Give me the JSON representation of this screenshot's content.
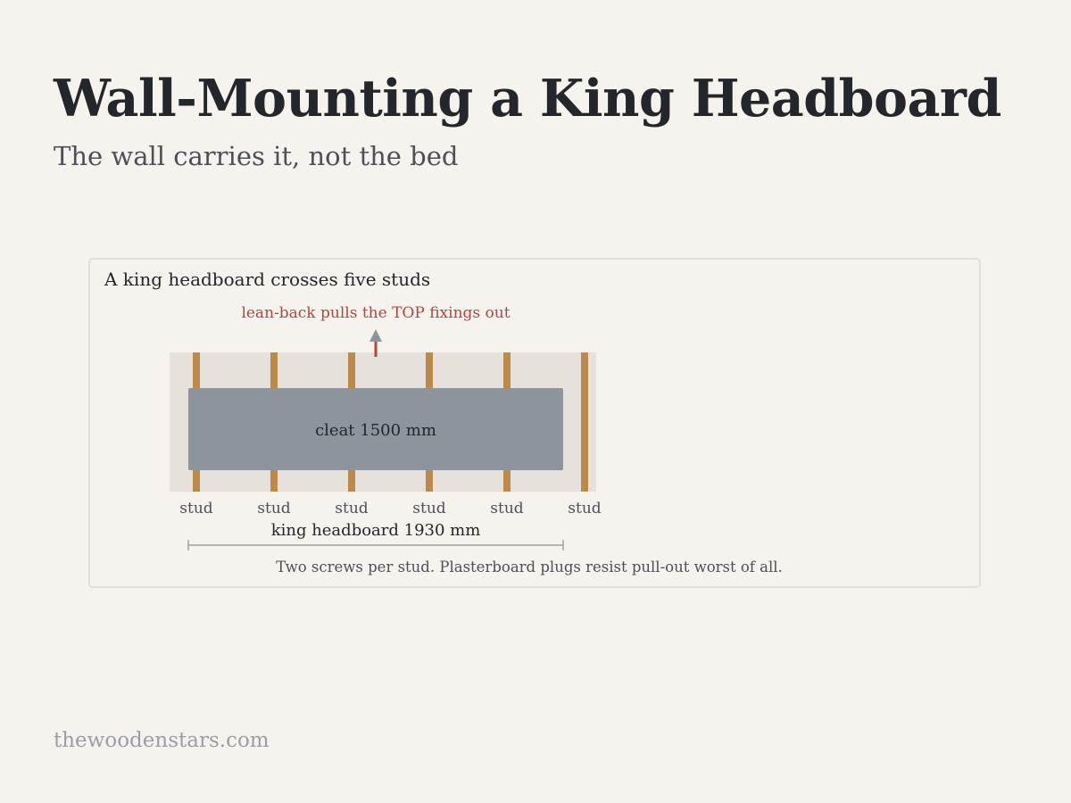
{
  "header": {
    "title": "Wall-Mounting a King Headboard",
    "subtitle": "The wall carries it, not the bed"
  },
  "figure": {
    "caption": "A king headboard crosses five studs",
    "force_label": "lean-back pulls the TOP fixings out",
    "studs": [
      {
        "label": "stud"
      },
      {
        "label": "stud"
      },
      {
        "label": "stud"
      },
      {
        "label": "stud"
      },
      {
        "label": "stud"
      },
      {
        "label": "stud"
      }
    ],
    "cleat_label": "cleat 1500 mm",
    "headboard_label": "king headboard 1930 mm",
    "note": "Two screws per stud. Plasterboard plugs resist pull-out worst of all.",
    "colors": {
      "wall": "#e6e1db",
      "stud": "#bd8a4d",
      "cleat": "#8e949c",
      "force": "#b5453c",
      "arrowhead": "#8e949c",
      "dimension": "#9ea1a6"
    }
  },
  "footer": {
    "site": "thewoodenstars.com"
  }
}
